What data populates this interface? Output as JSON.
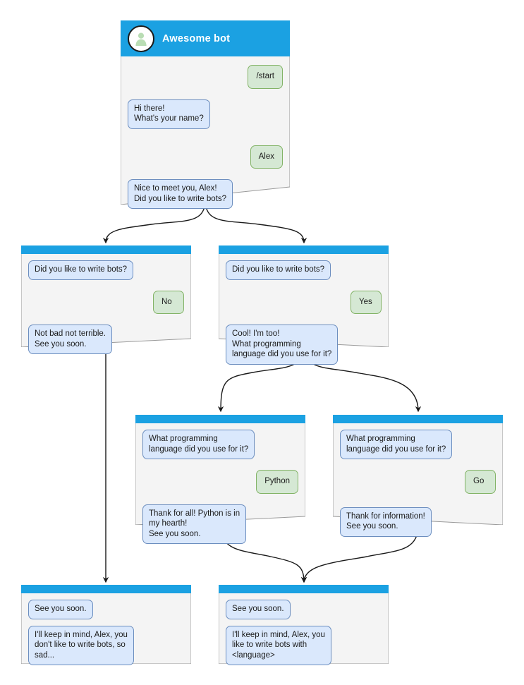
{
  "diagram": {
    "title": "Awesome bot conversation flow",
    "colors": {
      "header_blue": "#1ba1e2",
      "card_fill": "#f4f4f4",
      "card_stroke": "#9a9a9a",
      "bot_bubble_fill": "#dae8fc",
      "bot_bubble_stroke": "#6c8ebf",
      "user_bubble_fill": "#d5e8d4",
      "user_bubble_stroke": "#82b366",
      "edge_stroke": "#1a1a1a",
      "page_background": "#ffffff"
    }
  },
  "nodes": {
    "root": {
      "header": {
        "title": "Awesome bot",
        "avatar_icon": "person-avatar-icon"
      },
      "messages": [
        {
          "from": "user",
          "text": "/start"
        },
        {
          "from": "bot",
          "text": "Hi there!\nWhat's your name?"
        },
        {
          "from": "user",
          "text": "Alex"
        },
        {
          "from": "bot",
          "text": "Nice to meet you, Alex!\nDid you like to write bots?"
        }
      ]
    },
    "no_branch": {
      "messages": [
        {
          "from": "bot",
          "text": "Did you like to write bots?"
        },
        {
          "from": "user",
          "text": "No"
        },
        {
          "from": "bot",
          "text": "Not bad not terrible.\nSee you soon."
        }
      ]
    },
    "yes_branch": {
      "messages": [
        {
          "from": "bot",
          "text": "Did you like to write bots?"
        },
        {
          "from": "user",
          "text": "Yes"
        },
        {
          "from": "bot",
          "text": "Cool! I'm too!\nWhat programming\nlanguage did you use for it?"
        }
      ]
    },
    "python_branch": {
      "messages": [
        {
          "from": "bot",
          "text": "What programming\nlanguage did you use for it?"
        },
        {
          "from": "user",
          "text": "Python"
        },
        {
          "from": "bot",
          "text": "Thank for all! Python is in\nmy hearth!\nSee you soon."
        }
      ]
    },
    "go_branch": {
      "messages": [
        {
          "from": "bot",
          "text": "What programming\nlanguage did you use for it?"
        },
        {
          "from": "user",
          "text": "Go"
        },
        {
          "from": "bot",
          "text": "Thank for information!\nSee you soon."
        }
      ]
    },
    "end_no": {
      "messages": [
        {
          "from": "bot",
          "text": "See you soon."
        },
        {
          "from": "bot",
          "text": "I'll keep in mind, Alex, you\ndon't like to write bots, so\nsad..."
        }
      ]
    },
    "end_yes": {
      "messages": [
        {
          "from": "bot",
          "text": "See you soon."
        },
        {
          "from": "bot",
          "text": "I'll keep in mind, Alex, you\nlike to write bots with\n<language>"
        }
      ]
    }
  }
}
